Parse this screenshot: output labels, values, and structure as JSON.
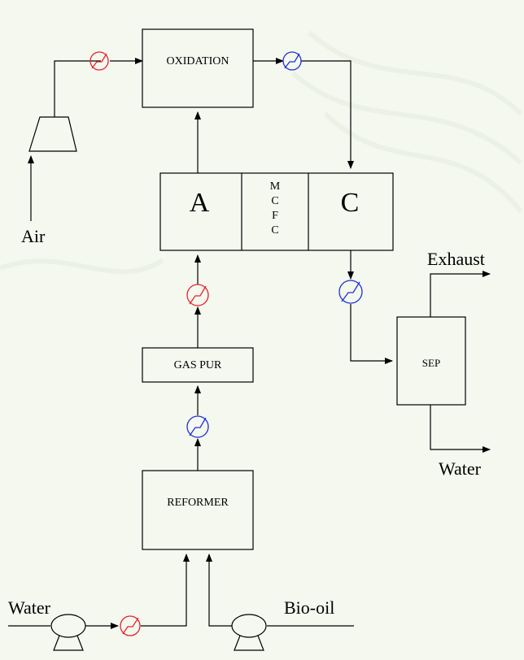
{
  "diagram": {
    "blocks": {
      "oxidation": "OXIDATION",
      "anode": "A",
      "mcfc": [
        "M",
        "C",
        "F",
        "C"
      ],
      "cathode": "C",
      "gas_pur": "GAS PUR",
      "reformer": "REFORMER",
      "sep": "SEP"
    },
    "streams": {
      "air": "Air",
      "exhaust": "Exhaust",
      "water_out": "Water",
      "water_in": "Water",
      "bio_oil": "Bio-oil"
    }
  },
  "colors": {
    "heater": "#e8222a",
    "cooler": "#1f2fd8",
    "line": "#000000",
    "background": "#f4f8ef"
  }
}
